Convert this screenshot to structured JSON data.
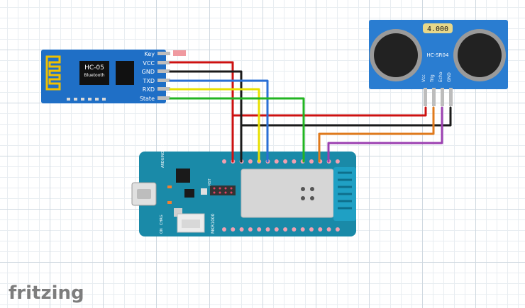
{
  "app": {
    "logo": "fritzing"
  },
  "bluetooth": {
    "name": "HC-05",
    "subtitle": "Bluetooth",
    "pins": [
      "Key",
      "VCC",
      "GND",
      "TXD",
      "RXD",
      "State"
    ]
  },
  "sensor": {
    "display": "4.000",
    "name": "HC-SR04",
    "pins": [
      "Vcc",
      "Trig",
      "Echo",
      "GND"
    ]
  },
  "board": {
    "brand": "ARDUINO.CC",
    "model": "MKR1000",
    "rst": "RST",
    "chrg": "CHRG",
    "on": "ON"
  },
  "wires": {
    "colors": {
      "vcc": "#cc1111",
      "gnd": "#1a1a1a",
      "txd": "#2a6fd6",
      "rxd": "#e8e000",
      "state": "#22b522",
      "trig": "#e07a1c",
      "echo": "#9b3fb0"
    }
  },
  "colors": {
    "board_blue": "#1a8aa8",
    "module_blue": "#1f6fc6",
    "sensor_blue": "#2a7dd1"
  }
}
